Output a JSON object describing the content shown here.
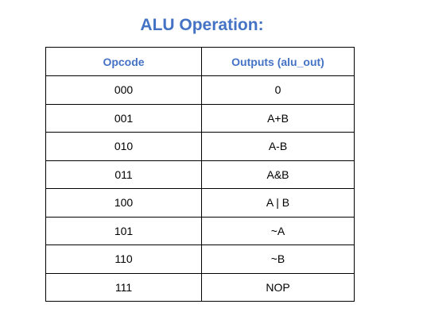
{
  "title": "ALU Operation:",
  "table": {
    "headers": [
      "Opcode",
      "Outputs (alu_out)"
    ],
    "rows": [
      [
        "000",
        "0"
      ],
      [
        "001",
        "A+B"
      ],
      [
        "010",
        "A-B"
      ],
      [
        "011",
        "A&B"
      ],
      [
        "100",
        "A | B"
      ],
      [
        "101",
        "~A"
      ],
      [
        "110",
        "~B"
      ],
      [
        "111",
        "NOP"
      ]
    ]
  },
  "colors": {
    "accent": "#4472c4",
    "text": "#000000",
    "border": "#000000"
  }
}
